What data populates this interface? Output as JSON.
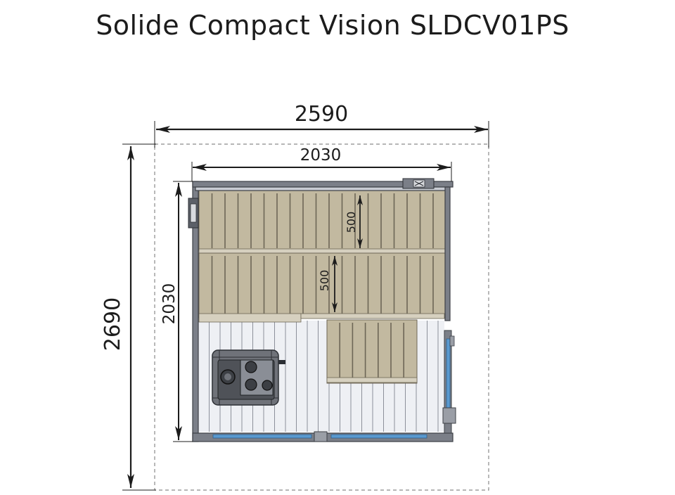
{
  "title": "Solide Compact Vision SLDCV01PS",
  "dimensions": {
    "outer_width": "2590",
    "inner_width": "2030",
    "outer_depth": "2690",
    "inner_depth": "2030",
    "bench_upper_depth": "500",
    "bench_lower_depth": "500"
  },
  "colors": {
    "wood": "#c2b9a0",
    "wood_line": "#6d6656",
    "floor": "#eef0f4",
    "floor_line": "#8c909a",
    "frame": "#4b4e55",
    "glass": "#5a9ad0",
    "line": "#1c1c1c",
    "dashed": "#8a8a8a"
  },
  "icons": [
    "sauna-heater-icon",
    "door-handle-icon",
    "vent-icon"
  ]
}
